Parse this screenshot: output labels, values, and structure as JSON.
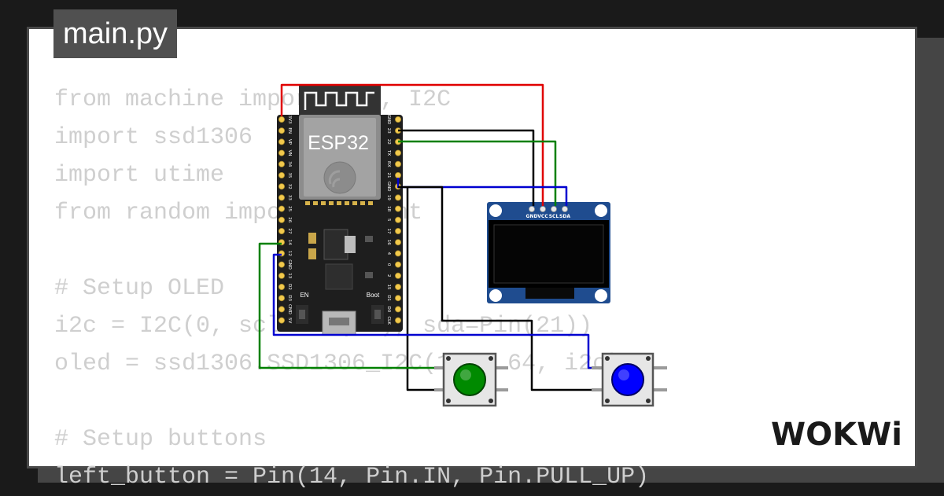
{
  "file_tab": {
    "label": "main.py"
  },
  "code_lines": [
    "from machine import Pin, I2C",
    "import ssd1306",
    "import utime",
    "from random import randint",
    "",
    "# Setup OLED",
    "i2c = I2C(0, scl=Pin(22), sda=Pin(21))",
    "oled = ssd1306.SSD1306_I2C(128, 64, i2c)",
    "",
    "# Setup buttons",
    "left_button = Pin(14, Pin.IN, Pin.PULL_UP)"
  ],
  "esp32": {
    "label": "ESP32",
    "left_pins": [
      "3V3",
      "EN",
      "VP",
      "VN",
      "34",
      "35",
      "32",
      "33",
      "25",
      "26",
      "27",
      "14",
      "12",
      "GND",
      "13",
      "D2",
      "D3",
      "CMD",
      "5V"
    ],
    "right_pins": [
      "GND",
      "23",
      "22",
      "TX",
      "RX",
      "21",
      "GND",
      "19",
      "18",
      "5",
      "17",
      "16",
      "4",
      "0",
      "2",
      "15",
      "D1",
      "D0",
      "CLK"
    ],
    "en_label": "EN",
    "boot_label": "Boot"
  },
  "oled": {
    "pins": [
      "GND",
      "VCC",
      "SCL",
      "SDA"
    ]
  },
  "buttons": [
    {
      "name": "green-pushbutton",
      "color": "#008a00"
    },
    {
      "name": "blue-pushbutton",
      "color": "#0000ff"
    }
  ],
  "wire_colors": {
    "red": "#e00000",
    "black": "#000000",
    "green": "#008000",
    "blue": "#0000d0"
  },
  "brand": {
    "text": "WOKWi"
  }
}
